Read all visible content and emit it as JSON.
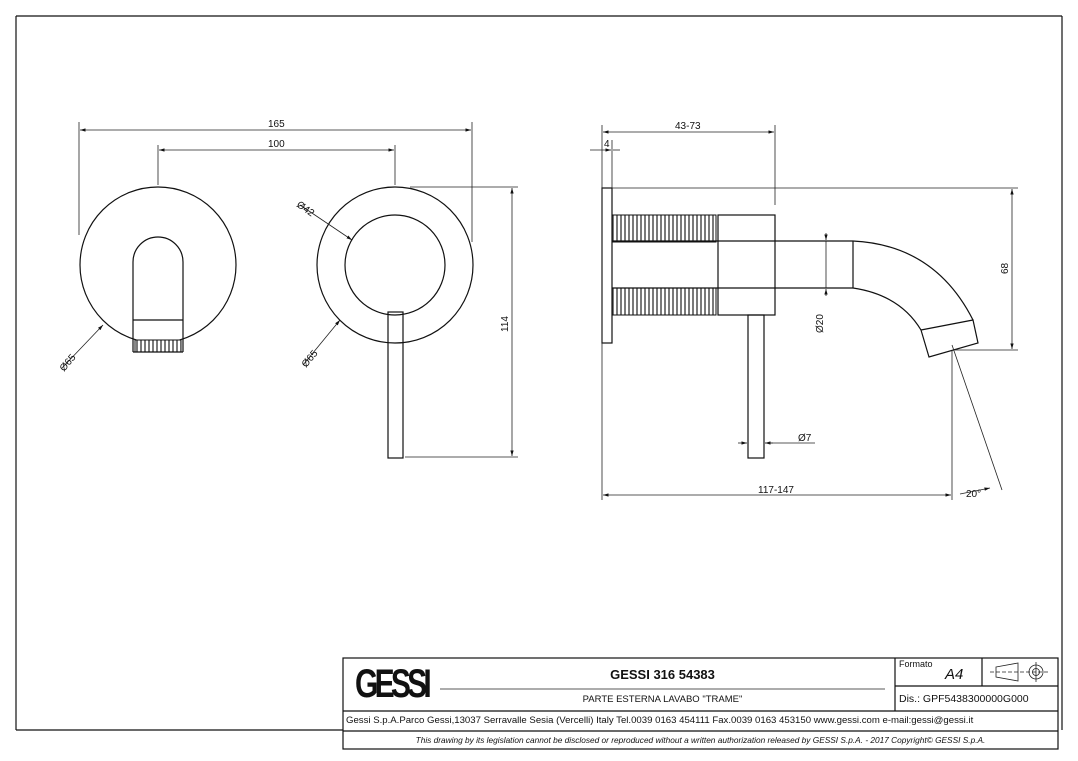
{
  "dimensions": {
    "d165": "165",
    "d100": "100",
    "d42": "Ø42",
    "d65_left": "Ø65",
    "d65_mid": "Ø65",
    "d114": "114",
    "d43_73": "43-73",
    "d4": "4",
    "d68": "68",
    "d20": "Ø20",
    "d7": "Ø7",
    "d117_147": "117-147",
    "angle": "20°"
  },
  "title_block": {
    "logo": "GESSI",
    "title": "GESSI 316 54383",
    "subtitle": "PARTE ESTERNA LAVABO \"TRAME\"",
    "format_label": "Formato",
    "format_value": "A4",
    "drawing_number": "Dis.: GPF5438300000G000",
    "address": "Gessi S.p.A.Parco Gessi,13037 Serravalle Sesia (Vercelli) Italy Tel.0039 0163 454111 Fax.0039 0163 453150 www.gessi.com e-mail:gessi@gessi.it",
    "disclaimer": "This drawing by its legislation cannot be disclosed or reproduced without a written authorization released by GESSI S.p.A. - 2017 Copyright© GESSI S.p.A."
  }
}
